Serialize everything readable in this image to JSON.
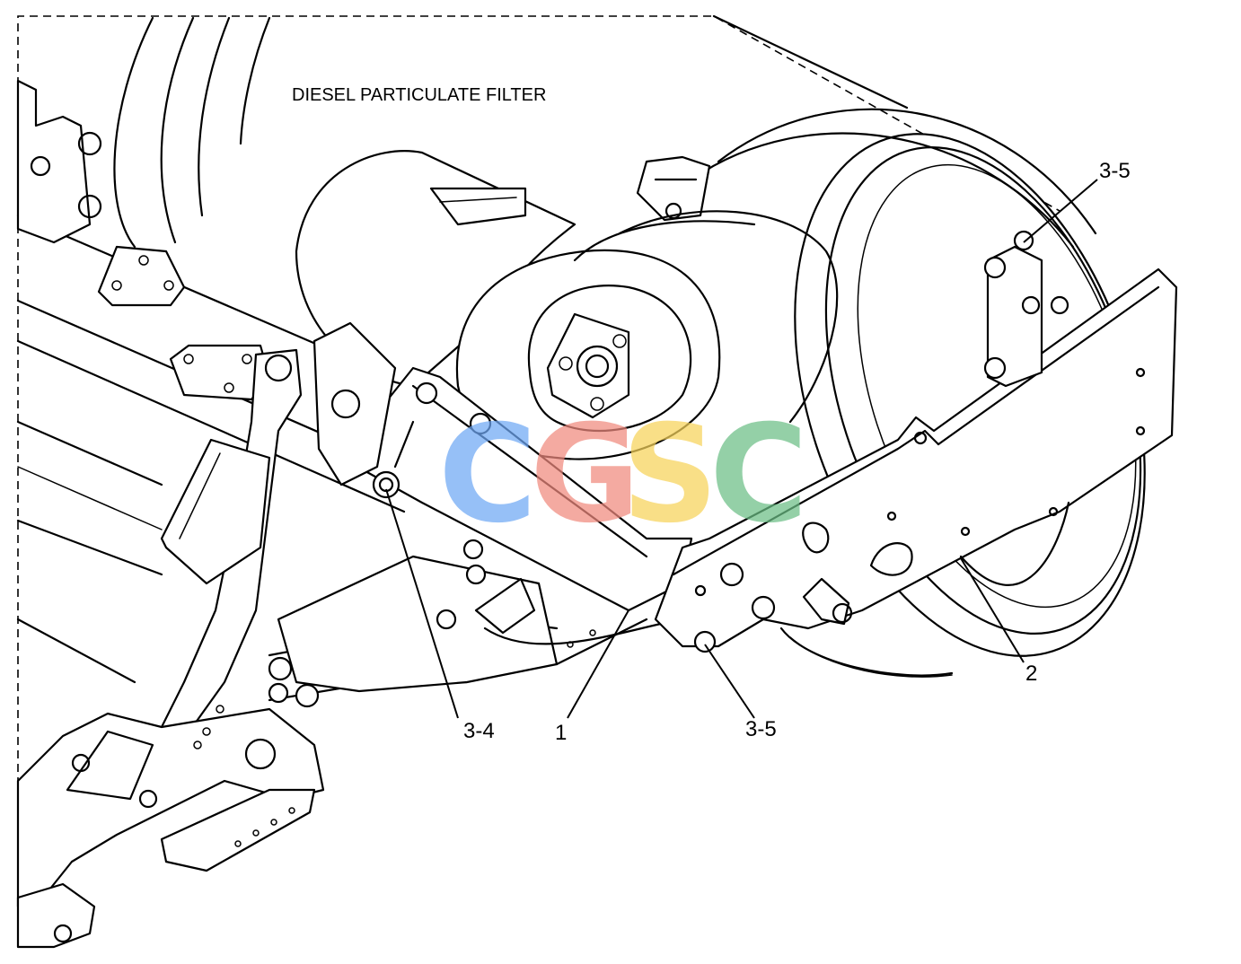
{
  "diagram": {
    "title": "DIESEL PARTICULATE FILTER",
    "callouts": [
      {
        "id": "c1",
        "text": "3-5"
      },
      {
        "id": "c2",
        "text": "2"
      },
      {
        "id": "c3",
        "text": "3-4"
      },
      {
        "id": "c4",
        "text": "1"
      },
      {
        "id": "c5",
        "text": "3-5"
      }
    ],
    "watermark": {
      "letters": [
        "C",
        "G",
        "S",
        "C"
      ],
      "colors": [
        "#6fa8f5",
        "#f08a7e",
        "#f7d35a",
        "#6bbf86"
      ]
    }
  }
}
